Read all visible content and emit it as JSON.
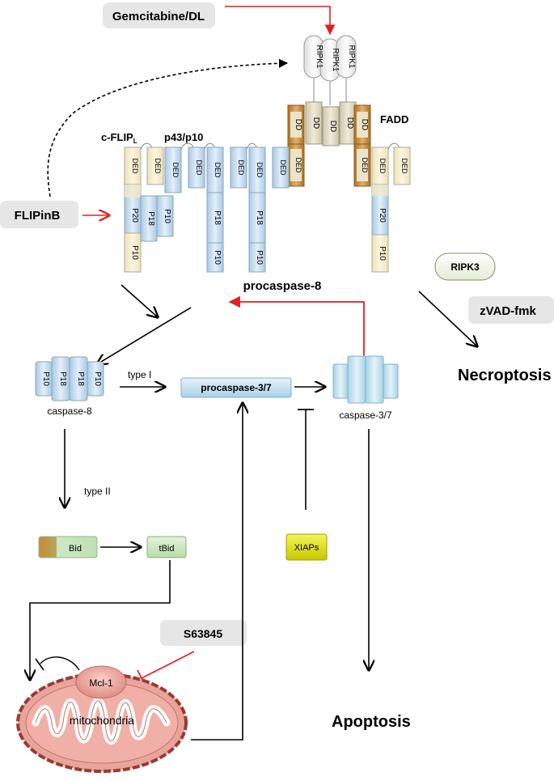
{
  "drugs": {
    "gemcitabine_dl": "Gemcitabine/DL",
    "flipinb": "FLIPinB",
    "zvad_fmk": "zVAD-fmk",
    "s63845": "S63845"
  },
  "proteins": {
    "ripk1": "RIPK1",
    "fadd": "FADD",
    "dd": "DD",
    "ded": "DED",
    "cflip_main": "c-FLIP",
    "cflip_sub": "L",
    "p43p10": "p43/p10",
    "p20": "P20",
    "p18": "P18",
    "p10": "P10",
    "procaspase8": "procaspase-8",
    "ripk3": "RIPK3",
    "caspase8": "caspase-8",
    "procaspase37": "procaspase-3/7",
    "caspase37": "caspase-3/7",
    "bid": "Bid",
    "tbid": "tBid",
    "xiaps": "XIAPs",
    "mcl1": "Mcl-1",
    "mitochondria": "mitochondria"
  },
  "labels": {
    "type_i": "type I",
    "type_ii": "type II"
  },
  "outcomes": {
    "necroptosis": "Necroptosis",
    "apoptosis": "Apoptosis"
  },
  "colors": {
    "inhibit_red": "#e02020",
    "blue_box": "#bcd6ee",
    "dd_brown": "#c78a3a",
    "pill_gray": "#e6e6e6",
    "xiap_yellow": "#e6e600",
    "tbid_green": "#cde8c3",
    "mito_red": "#e8a7a0"
  }
}
